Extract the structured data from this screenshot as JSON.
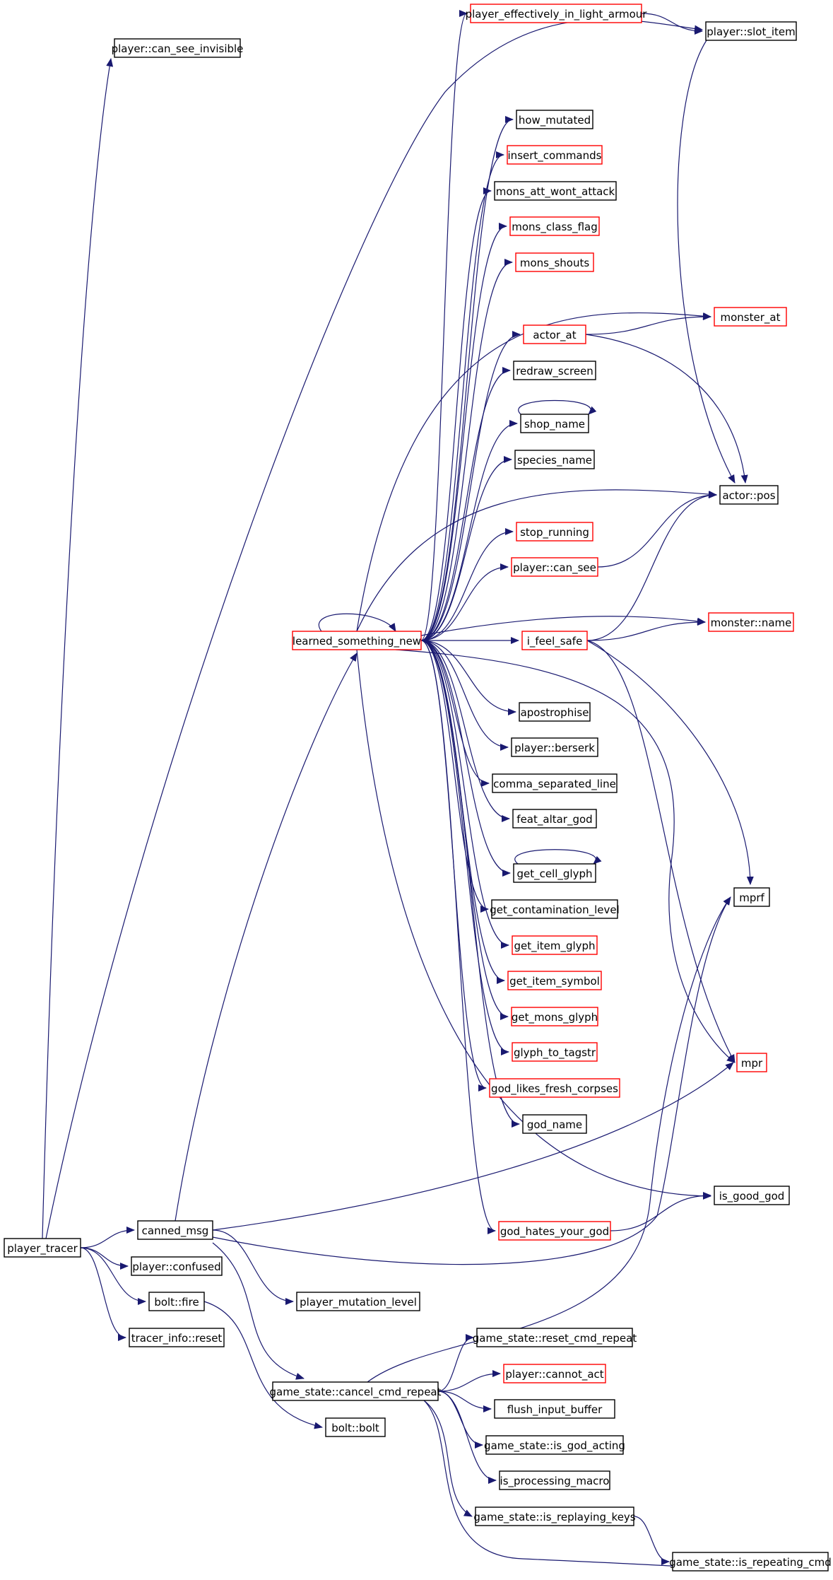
{
  "colors": {
    "edge": "#191970",
    "border_normal": "#000000",
    "border_truncated": "#ff0000",
    "root_fill": "#bfbfbf",
    "node_fill": "#ffffff"
  },
  "nodes": [
    {
      "id": "player_tracer",
      "label": "player_tracer",
      "kind": "root"
    },
    {
      "id": "can_see_invisible",
      "label": "player::can_see_invisible",
      "kind": "normal"
    },
    {
      "id": "eff_light_armour",
      "label": "player_effectively_in_light_armour",
      "kind": "truncated"
    },
    {
      "id": "slot_item",
      "label": "player::slot_item",
      "kind": "normal"
    },
    {
      "id": "how_mutated",
      "label": "how_mutated",
      "kind": "normal"
    },
    {
      "id": "insert_commands",
      "label": "insert_commands",
      "kind": "truncated"
    },
    {
      "id": "mons_att_wont_attack",
      "label": "mons_att_wont_attack",
      "kind": "normal"
    },
    {
      "id": "mons_class_flag",
      "label": "mons_class_flag",
      "kind": "truncated"
    },
    {
      "id": "mons_shouts",
      "label": "mons_shouts",
      "kind": "truncated"
    },
    {
      "id": "monster_at",
      "label": "monster_at",
      "kind": "truncated"
    },
    {
      "id": "actor_at",
      "label": "actor_at",
      "kind": "truncated"
    },
    {
      "id": "redraw_screen",
      "label": "redraw_screen",
      "kind": "normal"
    },
    {
      "id": "shop_name",
      "label": "shop_name",
      "kind": "normal"
    },
    {
      "id": "species_name",
      "label": "species_name",
      "kind": "normal"
    },
    {
      "id": "actor_pos",
      "label": "actor::pos",
      "kind": "normal"
    },
    {
      "id": "stop_running",
      "label": "stop_running",
      "kind": "truncated"
    },
    {
      "id": "player_can_see",
      "label": "player::can_see",
      "kind": "truncated"
    },
    {
      "id": "learned",
      "label": "learned_something_new",
      "kind": "truncated"
    },
    {
      "id": "i_feel_safe",
      "label": "i_feel_safe",
      "kind": "truncated"
    },
    {
      "id": "monster_name",
      "label": "monster::name",
      "kind": "truncated"
    },
    {
      "id": "apostrophise",
      "label": "apostrophise",
      "kind": "normal"
    },
    {
      "id": "player_berserk",
      "label": "player::berserk",
      "kind": "normal"
    },
    {
      "id": "comma_separated_line",
      "label": "comma_separated_line",
      "kind": "normal"
    },
    {
      "id": "feat_altar_god",
      "label": "feat_altar_god",
      "kind": "normal"
    },
    {
      "id": "get_cell_glyph",
      "label": "get_cell_glyph",
      "kind": "normal"
    },
    {
      "id": "mprf",
      "label": "mprf",
      "kind": "normal"
    },
    {
      "id": "get_contamination_level",
      "label": "get_contamination_level",
      "kind": "normal"
    },
    {
      "id": "get_item_glyph",
      "label": "get_item_glyph",
      "kind": "truncated"
    },
    {
      "id": "get_item_symbol",
      "label": "get_item_symbol",
      "kind": "truncated"
    },
    {
      "id": "get_mons_glyph",
      "label": "get_mons_glyph",
      "kind": "truncated"
    },
    {
      "id": "glyph_to_tagstr",
      "label": "glyph_to_tagstr",
      "kind": "truncated"
    },
    {
      "id": "mpr",
      "label": "mpr",
      "kind": "truncated"
    },
    {
      "id": "god_likes_fresh_corpses",
      "label": "god_likes_fresh_corpses",
      "kind": "truncated"
    },
    {
      "id": "god_name",
      "label": "god_name",
      "kind": "normal"
    },
    {
      "id": "is_good_god",
      "label": "is_good_god",
      "kind": "normal"
    },
    {
      "id": "canned_msg",
      "label": "canned_msg",
      "kind": "normal"
    },
    {
      "id": "god_hates_your_god",
      "label": "god_hates_your_god",
      "kind": "truncated"
    },
    {
      "id": "player_confused",
      "label": "player::confused",
      "kind": "normal"
    },
    {
      "id": "bolt_fire",
      "label": "bolt::fire",
      "kind": "normal"
    },
    {
      "id": "player_mutation_level",
      "label": "player_mutation_level",
      "kind": "normal"
    },
    {
      "id": "tracer_info_reset",
      "label": "tracer_info::reset",
      "kind": "normal"
    },
    {
      "id": "reset_cmd_repeat",
      "label": "game_state::reset_cmd_repeat",
      "kind": "normal"
    },
    {
      "id": "player_cannot_act",
      "label": "player::cannot_act",
      "kind": "truncated"
    },
    {
      "id": "cancel_cmd_repeat",
      "label": "game_state::cancel_cmd_repeat",
      "kind": "normal"
    },
    {
      "id": "flush_input_buffer",
      "label": "flush_input_buffer",
      "kind": "normal"
    },
    {
      "id": "bolt_bolt",
      "label": "bolt::bolt",
      "kind": "normal"
    },
    {
      "id": "is_god_acting",
      "label": "game_state::is_god_acting",
      "kind": "normal"
    },
    {
      "id": "is_processing_macro",
      "label": "is_processing_macro",
      "kind": "normal"
    },
    {
      "id": "is_replaying_keys",
      "label": "game_state::is_replaying_keys",
      "kind": "normal"
    },
    {
      "id": "is_repeating_cmd",
      "label": "game_state::is_repeating_cmd",
      "kind": "normal"
    }
  ],
  "edges": [
    [
      "player_tracer",
      "can_see_invisible"
    ],
    [
      "player_tracer",
      "slot_item"
    ],
    [
      "player_tracer",
      "canned_msg"
    ],
    [
      "player_tracer",
      "player_confused"
    ],
    [
      "player_tracer",
      "bolt_fire"
    ],
    [
      "player_tracer",
      "tracer_info_reset"
    ],
    [
      "learned",
      "eff_light_armour"
    ],
    [
      "learned",
      "how_mutated"
    ],
    [
      "learned",
      "insert_commands"
    ],
    [
      "learned",
      "mons_att_wont_attack"
    ],
    [
      "learned",
      "mons_class_flag"
    ],
    [
      "learned",
      "mons_shouts"
    ],
    [
      "learned",
      "monster_at"
    ],
    [
      "learned",
      "actor_at"
    ],
    [
      "learned",
      "redraw_screen"
    ],
    [
      "learned",
      "shop_name"
    ],
    [
      "learned",
      "species_name"
    ],
    [
      "learned",
      "actor_pos"
    ],
    [
      "learned",
      "stop_running"
    ],
    [
      "learned",
      "player_can_see"
    ],
    [
      "learned",
      "learned"
    ],
    [
      "learned",
      "i_feel_safe"
    ],
    [
      "learned",
      "monster_name"
    ],
    [
      "learned",
      "mpr"
    ],
    [
      "learned",
      "apostrophise"
    ],
    [
      "learned",
      "player_berserk"
    ],
    [
      "learned",
      "comma_separated_line"
    ],
    [
      "learned",
      "feat_altar_god"
    ],
    [
      "learned",
      "get_cell_glyph"
    ],
    [
      "learned",
      "get_contamination_level"
    ],
    [
      "learned",
      "get_item_glyph"
    ],
    [
      "learned",
      "get_item_symbol"
    ],
    [
      "learned",
      "get_mons_glyph"
    ],
    [
      "learned",
      "glyph_to_tagstr"
    ],
    [
      "learned",
      "god_likes_fresh_corpses"
    ],
    [
      "learned",
      "god_name"
    ],
    [
      "learned",
      "is_good_god"
    ],
    [
      "learned",
      "god_hates_your_god"
    ],
    [
      "eff_light_armour",
      "slot_item"
    ],
    [
      "slot_item",
      "actor_pos"
    ],
    [
      "actor_at",
      "monster_at"
    ],
    [
      "actor_at",
      "actor_pos"
    ],
    [
      "shop_name",
      "shop_name"
    ],
    [
      "player_can_see",
      "actor_pos"
    ],
    [
      "i_feel_safe",
      "actor_pos"
    ],
    [
      "i_feel_safe",
      "monster_name"
    ],
    [
      "i_feel_safe",
      "mprf"
    ],
    [
      "i_feel_safe",
      "mpr"
    ],
    [
      "get_cell_glyph",
      "get_cell_glyph"
    ],
    [
      "god_hates_your_god",
      "is_good_god"
    ],
    [
      "canned_msg",
      "learned"
    ],
    [
      "canned_msg",
      "mpr"
    ],
    [
      "canned_msg",
      "mprf"
    ],
    [
      "canned_msg",
      "player_mutation_level"
    ],
    [
      "canned_msg",
      "cancel_cmd_repeat"
    ],
    [
      "bolt_fire",
      "bolt_bolt"
    ],
    [
      "cancel_cmd_repeat",
      "mprf"
    ],
    [
      "cancel_cmd_repeat",
      "reset_cmd_repeat"
    ],
    [
      "cancel_cmd_repeat",
      "player_cannot_act"
    ],
    [
      "cancel_cmd_repeat",
      "flush_input_buffer"
    ],
    [
      "cancel_cmd_repeat",
      "is_god_acting"
    ],
    [
      "cancel_cmd_repeat",
      "is_processing_macro"
    ],
    [
      "cancel_cmd_repeat",
      "is_replaying_keys"
    ],
    [
      "cancel_cmd_repeat",
      "is_repeating_cmd"
    ],
    [
      "is_replaying_keys",
      "is_repeating_cmd"
    ]
  ]
}
